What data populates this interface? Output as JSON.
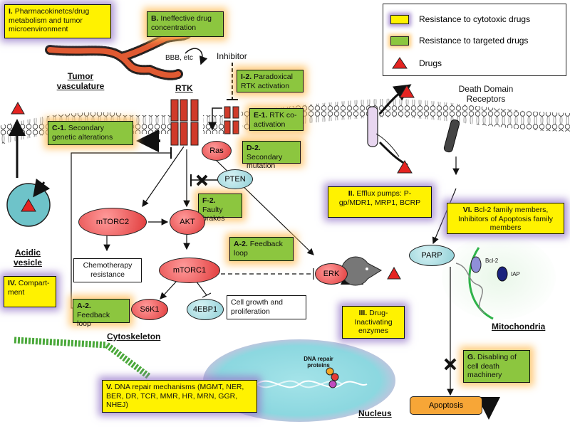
{
  "legend": {
    "cytotoxic": "Resistance to cytotoxic drugs",
    "targeted": "Resistance to targeted drugs",
    "drugs": "Drugs"
  },
  "boxes": {
    "I": {
      "num": "I.",
      "text": "Pharmacokinetcs/drug metabolism and tumor microenvironment"
    },
    "B": {
      "num": "B.",
      "text": "Ineffective drug concentration"
    },
    "I2": {
      "num": "I-2.",
      "text": "Paradoxical RTK activation"
    },
    "E1": {
      "num": "E-1.",
      "text": "RTK co-activation"
    },
    "C1": {
      "num": "C-1.",
      "text": "Secondary genetic alterations"
    },
    "D2": {
      "num": "D-2.",
      "text": "Secondary mutation"
    },
    "F2": {
      "num": "F-2.",
      "text": "Faulty brakes"
    },
    "A2a": {
      "num": "A-2.",
      "text": "Feedback loop"
    },
    "A2b": {
      "num": "A-2.",
      "text": "Feedback loop"
    },
    "II": {
      "num": "II.",
      "text": "Efflux pumps: P-gp/MDR1, MRP1, BCRP"
    },
    "VI": {
      "num": "VI.",
      "text": "Bcl-2 family members, Inhibitors of Apoptosis family members"
    },
    "IV": {
      "num": "IV.",
      "text": "Compart-ment"
    },
    "III": {
      "num": "III.",
      "text": "Drug-Inactivating enzymes"
    },
    "G": {
      "num": "G.",
      "text": "Disabling of cell death machinery"
    },
    "V": {
      "num": "V.",
      "text": "DNA repair mechanisms (MGMT, NER, BER, DR, TCR, MMR, HR, MRN, GGR, NHEJ)"
    },
    "chemo": {
      "text": "Chemotherapy resistance"
    },
    "growth": {
      "text": "Cell growth and proliferation"
    }
  },
  "nodes": {
    "ras": "Ras",
    "pten": "PTEN",
    "mtorc2": "mTORC2",
    "akt": "AKT",
    "mtorc1": "mTORC1",
    "erk": "ERK",
    "s6k1": "S6K1",
    "4ebp1": "4EBP1",
    "parp": "PARP",
    "apoptosis": "Apoptosis"
  },
  "labels": {
    "bbb": "BBB, etc",
    "tumor_vasc": "Tumor vasculature",
    "rtk": "RTK",
    "inhibitor": "Inhibitor",
    "death_receptors": "Death Domain Receptors",
    "acidic_vesicle": "Acidic vesicle",
    "cytoskeleton": "Cytoskeleton",
    "dna_repair_proteins": "DNA repair proteins",
    "nucleus": "Nucleus",
    "mitochondria": "Mitochondria",
    "bcl2": "Bcl-2",
    "iap": "IAP"
  },
  "colors": {
    "cytotoxic_box": "#fff200",
    "cytotoxic_glow": "#9678c8",
    "targeted_box": "#8cc63f",
    "targeted_glow": "#ffbe5a",
    "drug_triangle": "#e52421",
    "node_red": "#e03a3a",
    "node_teal": "#8fcfd6"
  }
}
